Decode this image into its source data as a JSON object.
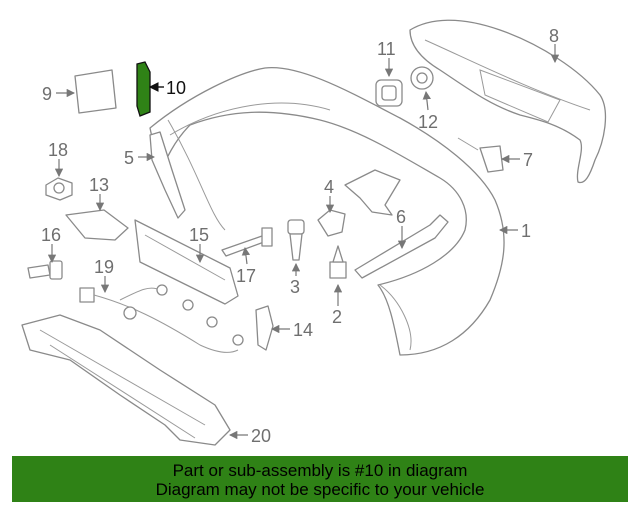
{
  "callouts": {
    "c1": "1",
    "c2": "2",
    "c3": "3",
    "c4": "4",
    "c5": "5",
    "c6": "6",
    "c7": "7",
    "c8": "8",
    "c9": "9",
    "c10": "10",
    "c11": "11",
    "c12": "12",
    "c13": "13",
    "c14": "14",
    "c15": "15",
    "c16": "16",
    "c17": "17",
    "c18": "18",
    "c19": "19",
    "c20": "20"
  },
  "highlighted_part": "10",
  "colors": {
    "highlight": "#2f8216",
    "banner": "#2f8216"
  },
  "footer": {
    "line1": "Part or sub-assembly is #10 in diagram",
    "line2": "Diagram may not be specific to your vehicle"
  }
}
